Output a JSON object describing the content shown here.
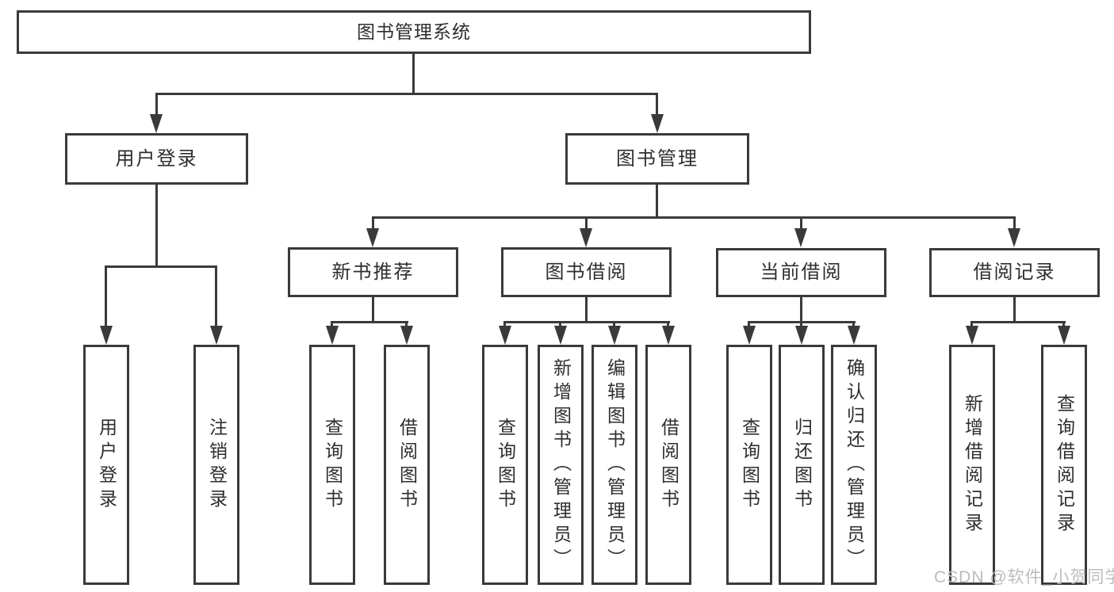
{
  "diagram": {
    "root": {
      "label": "图书管理系统"
    },
    "branches": {
      "user_login": {
        "label": "用户登录"
      },
      "book_management": {
        "label": "图书管理"
      }
    },
    "modules": {
      "new_book_recommend": {
        "label": "新书推荐"
      },
      "book_borrow": {
        "label": "图书借阅"
      },
      "current_borrow": {
        "label": "当前借阅"
      },
      "borrow_records": {
        "label": "借阅记录"
      }
    },
    "leaves": {
      "user_login": "用户登录",
      "logout": "注销登录",
      "recommend_query_books": "查询图书",
      "recommend_borrow_books": "借阅图书",
      "borrow_query_books": "查询图书",
      "borrow_add_books": "新增图书（管理员）",
      "borrow_edit_books": "编辑图书（管理员）",
      "borrow_borrow_books": "借阅图书",
      "current_query_books": "查询图书",
      "current_return_books": "归还图书",
      "current_confirm_return": "确认归还（管理员）",
      "records_add": "新增借阅记录",
      "records_query": "查询借阅记录"
    }
  },
  "watermark": {
    "text": "CSDN @软件_小贺同学"
  },
  "colors": {
    "line": "#3a3a3a",
    "text": "#2e2e2e",
    "watermark": "#bcbcc0",
    "background": "#ffffff"
  }
}
